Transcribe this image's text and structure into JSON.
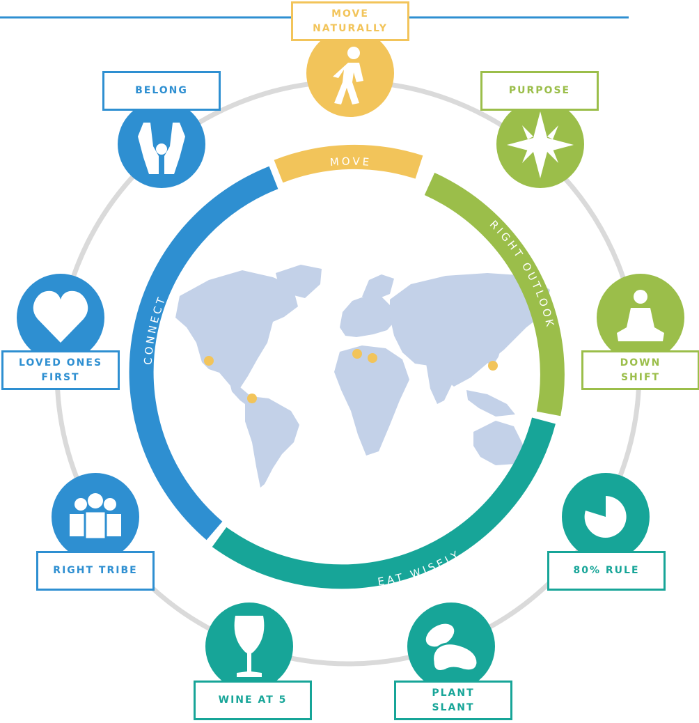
{
  "colors": {
    "move": "#F2C45A",
    "purpose": "#9BBE4A",
    "eat": "#17A598",
    "connect": "#2E8FD1",
    "header_line": "#2E8FD1",
    "orbit": "#DADADA",
    "map": "#C3D1E8",
    "marker": "#F2C45A"
  },
  "categories": {
    "move": "MOVE",
    "right_outlook": "RIGHT OUTLOOK",
    "eat_wisely": "EAT WISELY",
    "connect": "CONNECT"
  },
  "principles": {
    "move_naturally": {
      "line1": "MOVE",
      "line2": "NATURALLY",
      "icon": "walking-person-icon"
    },
    "purpose": {
      "line1": "PURPOSE",
      "icon": "compass-star-icon"
    },
    "down_shift": {
      "line1": "DOWN",
      "line2": "SHIFT",
      "icon": "meditation-icon"
    },
    "rule_80": {
      "line1": "80% RULE",
      "icon": "pie-80-icon"
    },
    "plant_slant": {
      "line1": "PLANT",
      "line2": "SLANT",
      "icon": "beans-icon"
    },
    "wine_at_5": {
      "line1": "WINE AT 5",
      "icon": "wine-glass-icon"
    },
    "right_tribe": {
      "line1": "RIGHT TRIBE",
      "icon": "group-icon"
    },
    "loved_ones_first": {
      "line1": "LOVED ONES",
      "line2": "FIRST",
      "icon": "heart-icon"
    },
    "belong": {
      "line1": "BELONG",
      "icon": "open-hands-icon"
    }
  }
}
